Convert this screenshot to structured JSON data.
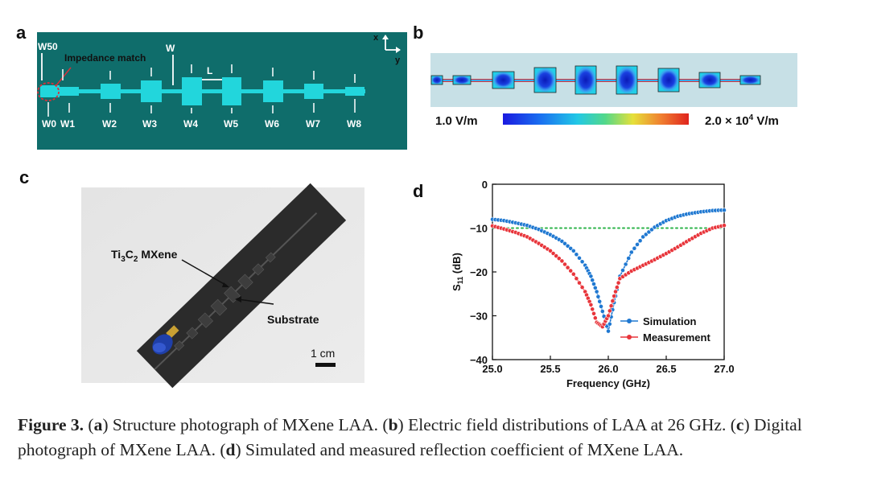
{
  "panels": {
    "a": "a",
    "b": "b",
    "c": "c",
    "d": "d"
  },
  "panel_a": {
    "background_color": "#0f6d6b",
    "patch_color": "#22d6dc",
    "labels": {
      "w50": "W50",
      "impedance": "Impedance match",
      "w": "W",
      "l": "L",
      "x": "x",
      "y": "y",
      "w0": "W0"
    },
    "bottom_labels": [
      "W1",
      "W2",
      "W3",
      "W4",
      "W5",
      "W6",
      "W7",
      "W8"
    ]
  },
  "panel_b": {
    "scale_min": "1.0 V/m",
    "scale_max_prefix": "2.0 × 10",
    "scale_max_exp": "4",
    "scale_max_suffix": " V/m"
  },
  "panel_c": {
    "label_material_prefix": "Ti",
    "label_sub1": "3",
    "label_mid": "C",
    "label_sub2": "2",
    "label_material_suffix": " MXene",
    "label_substrate": "Substrate",
    "scale_bar": "1 cm"
  },
  "chart_data": {
    "type": "line",
    "xlabel": "Frequency (GHz)",
    "ylabel_prefix": "S",
    "ylabel_sub": "11",
    "ylabel_suffix": " (dB)",
    "xlim": [
      25.0,
      27.0
    ],
    "ylim": [
      -40,
      0
    ],
    "xticks": [
      "25.0",
      "25.5",
      "26.0",
      "26.5",
      "27.0"
    ],
    "yticks": [
      "0",
      "−10",
      "−20",
      "−30",
      "−40"
    ],
    "reference_line": {
      "y": -10,
      "color": "#2db34a",
      "style": "dotted"
    },
    "series": [
      {
        "name": "Simulation",
        "color": "#1f78d1",
        "x": [
          25.0,
          25.1,
          25.2,
          25.3,
          25.4,
          25.5,
          25.6,
          25.7,
          25.8,
          25.85,
          25.9,
          25.95,
          26.0,
          26.05,
          26.1,
          26.2,
          26.3,
          26.4,
          26.5,
          26.6,
          26.7,
          26.8,
          26.9,
          27.0
        ],
        "y": [
          -8.0,
          -8.3,
          -8.8,
          -9.4,
          -10.3,
          -11.5,
          -13.0,
          -15.2,
          -18.5,
          -21.0,
          -24.5,
          -29.0,
          -33.5,
          -27.0,
          -21.0,
          -15.5,
          -12.0,
          -9.8,
          -8.3,
          -7.3,
          -6.7,
          -6.3,
          -6.0,
          -5.9
        ]
      },
      {
        "name": "Measurement",
        "color": "#e8353b",
        "x": [
          25.0,
          25.1,
          25.2,
          25.3,
          25.4,
          25.5,
          25.6,
          25.7,
          25.8,
          25.85,
          25.9,
          25.95,
          26.0,
          26.05,
          26.1,
          26.2,
          26.3,
          26.4,
          26.5,
          26.6,
          26.7,
          26.8,
          26.9,
          27.0
        ],
        "y": [
          -9.5,
          -10.2,
          -11.0,
          -12.0,
          -13.5,
          -15.2,
          -17.5,
          -20.5,
          -24.5,
          -27.5,
          -31.5,
          -32.5,
          -30.0,
          -25.5,
          -21.5,
          -19.8,
          -18.5,
          -17.2,
          -15.8,
          -14.3,
          -12.7,
          -11.2,
          -10.0,
          -9.4
        ]
      }
    ]
  },
  "caption": {
    "fig": "Figure 3.",
    "p1": " (",
    "a": "a",
    "t1": ") Structure photograph of MXene LAA. (",
    "b": "b",
    "t2": ") Electric field distributions of LAA at 26 GHz. (",
    "c": "c",
    "t3": ") Digital photograph of MXene LAA. (",
    "d": "d",
    "t4": ") Simulated and measured reflection coefficient of MXene LAA."
  }
}
